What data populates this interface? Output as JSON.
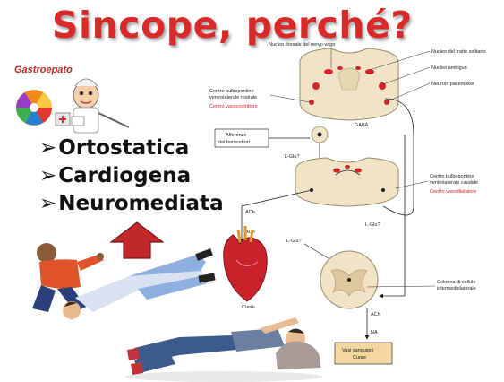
{
  "title": "Sincope, perché?",
  "bullets": [
    {
      "marker": "➢",
      "text": "Ortostatica"
    },
    {
      "marker": "➢",
      "text": "Cardiogena"
    },
    {
      "marker": "➢",
      "text": "Neuromediata"
    }
  ],
  "logo": {
    "text": "Gastroepato"
  },
  "diagram": {
    "labels": {
      "dorsal_vagus": "Nucleo dorsale del nervo vago",
      "solitary": "Nucleo del tratto solitario",
      "ambiguus": "Nucleo ambiguo",
      "pacemaker": "Neuroni pacemaker",
      "rvlm_1": "Centro bulbopontino",
      "rvlm_2": "ventrolaterale rostrale",
      "vasoconstrictor": "Centro vasocostrittore",
      "gaba": "GABA",
      "baro_1": "Afferenze",
      "baro_2": "dai barocettori",
      "lglu_top": "L-Glu?",
      "lglu_mid": "L-Glu?",
      "lglu_low": "L-Glu?",
      "cvlm_1": "Centro bulbopontino",
      "cvlm_2": "ventrolaterale caudale",
      "vasodilator": "Centro vasodilatatore",
      "ach_1": "ACh",
      "ach_2": "ACh",
      "heart": "Cuore",
      "column_1": "Colonna di cellule",
      "column_2": "intermediolaterale",
      "na": "NA",
      "vessels_1": "Vasi sanguigni",
      "vessels_2": "Cuore"
    }
  },
  "colors": {
    "title": "#d92a2a",
    "accent_red": "#d0242a",
    "tissue": "#f1e3c6",
    "box_fill": "#f3d6a0",
    "arrow_up": "#c0282c"
  }
}
